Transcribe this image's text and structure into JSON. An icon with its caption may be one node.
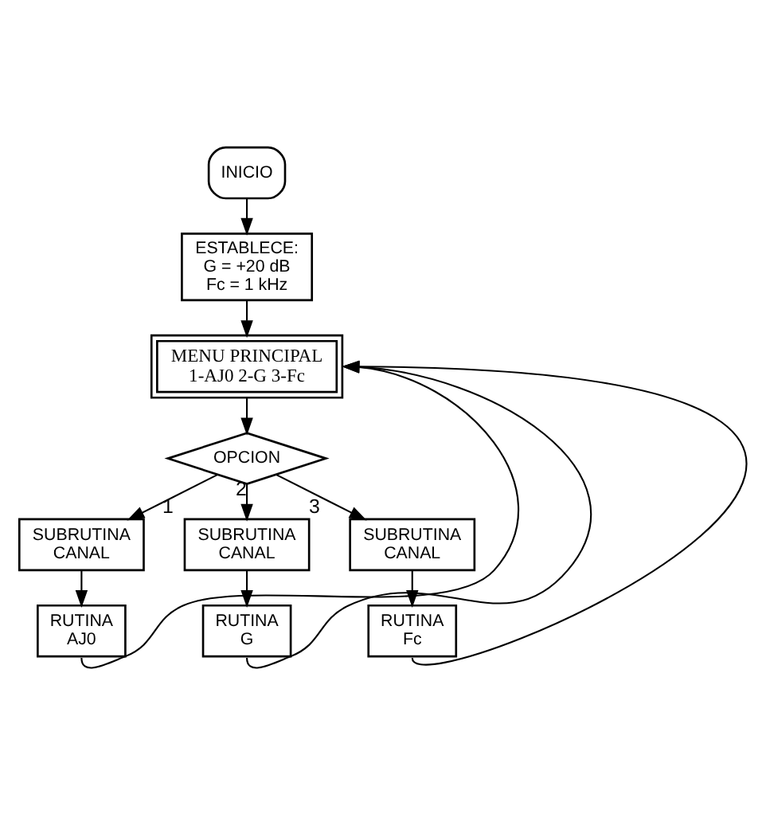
{
  "diagram": {
    "nodes": [
      {
        "text": [
          "INICIO"
        ]
      },
      {
        "text": [
          "ESTABLECE: G = +20 dB Fc = 1 kHz"
        ]
      },
      {
        "text": [
          "MENU PRINCIPAL",
          "1-AJ0 2-G 3-Fc"
        ]
      },
      {
        "text": [
          "OPCION"
        ]
      },
      {
        "text": [
          "SUBRUTINA CANAL"
        ]
      },
      {
        "text": [
          "SUBRUTINA CANAL"
        ]
      },
      {
        "text": [
          "SUBRUTINA CANAL"
        ]
      },
      {
        "text": [
          "RUTINA AJ0"
        ]
      },
      {
        "text": [
          "RUTINA G"
        ]
      },
      {
        "text": [
          "RUTINA Fc"
        ]
      }
    ],
    "edges": [
      {
        "from": 0,
        "to": 1,
        "arrow": "to"
      },
      {
        "from": 1,
        "to": 2,
        "arrow": "to"
      },
      {
        "from": 2,
        "to": 3,
        "arrow": "to"
      },
      {
        "from": 3,
        "to": 4,
        "arrow": "to",
        "label": "1"
      },
      {
        "from": 3,
        "to": 5,
        "arrow": "to",
        "label": "2"
      },
      {
        "from": 3,
        "to": 6,
        "arrow": "to",
        "label": "3"
      },
      {
        "from": 4,
        "to": 7,
        "arrow": "to"
      },
      {
        "from": 5,
        "to": 8,
        "arrow": "to"
      },
      {
        "from": 6,
        "to": 9,
        "arrow": "to"
      },
      {
        "from": 7,
        "to": 2,
        "arrow": "to"
      },
      {
        "from": 8,
        "to": 2,
        "arrow": "to"
      },
      {
        "from": 9,
        "to": 2,
        "arrow": "to"
      }
    ]
  }
}
